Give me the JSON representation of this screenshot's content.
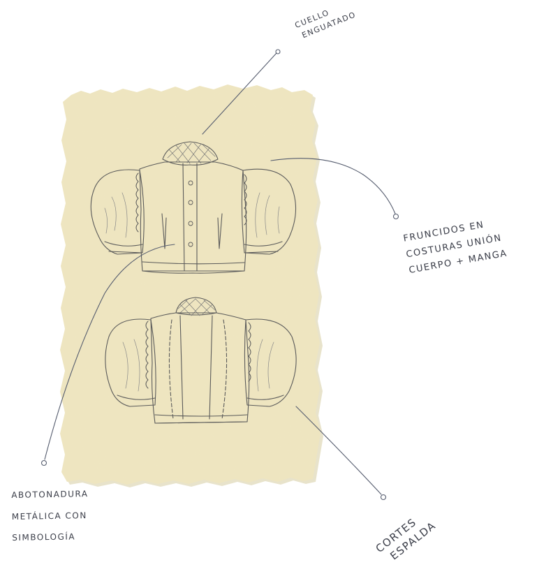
{
  "annotations": {
    "collar": [
      "CUELLO",
      "ENGUATADO"
    ],
    "gathers": [
      "FRUNCIDOS EN",
      "COSTURAS UNIÓN",
      "CUERPO + MANGA"
    ],
    "buttons": [
      "ABOTONADURA",
      "METÁLICA CON",
      "SIMBOLOGÍA"
    ],
    "back_cuts": [
      "CORTES",
      "ESPALDA"
    ]
  },
  "colors": {
    "paper": "#eee5bf",
    "paper_edge": "#d9cfa3",
    "pencil": "#555555",
    "ink": "#3a3d48"
  }
}
